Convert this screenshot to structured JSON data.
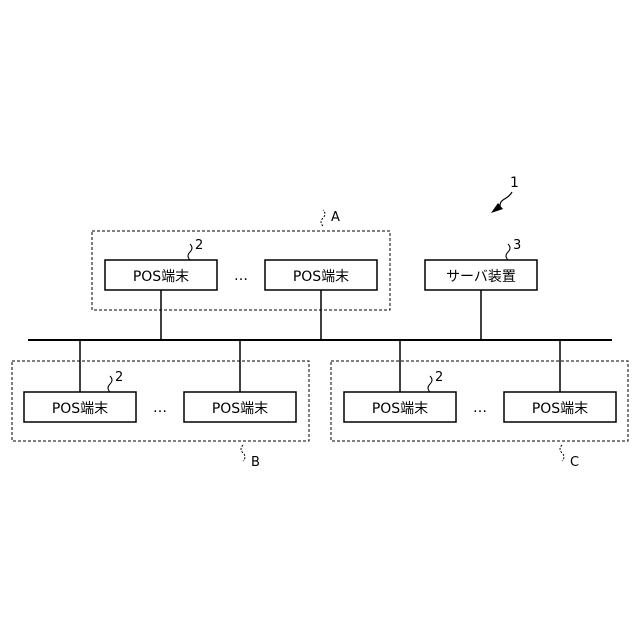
{
  "figure": {
    "system_ref": "1",
    "bus_label": "",
    "group_a": {
      "ref": "A",
      "terminal_ref": "2",
      "terminals": [
        "POS端末",
        "POS端末"
      ],
      "ellipsis": "…"
    },
    "group_b": {
      "ref": "B",
      "terminal_ref": "2",
      "terminals": [
        "POS端末",
        "POS端末"
      ],
      "ellipsis": "…"
    },
    "group_c": {
      "ref": "C",
      "terminal_ref": "2",
      "terminals": [
        "POS端末",
        "POS端末"
      ],
      "ellipsis": "…"
    },
    "server": {
      "ref": "3",
      "label": "サーバ装置"
    }
  }
}
